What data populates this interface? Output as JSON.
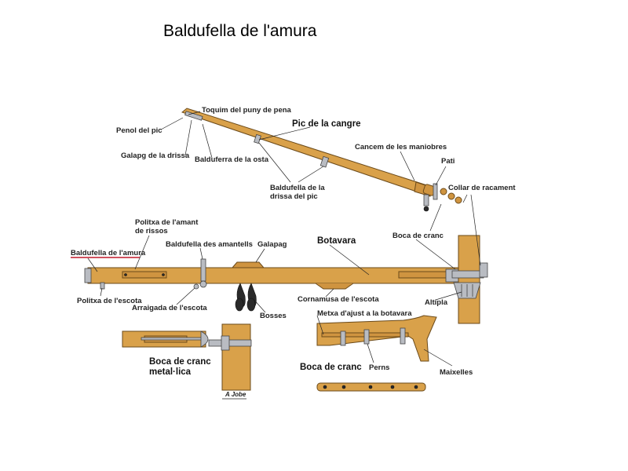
{
  "title": "Baldufella de l'amura",
  "labels": {
    "toquim": "Toquim del puny de pena",
    "penol": "Penol del pic",
    "pic": "Pic de la cangre",
    "galapg_drissa": "Galapg de la drissa",
    "balduferra_osta": "Balduferra de la osta",
    "cancem": "Cancem de les maniobres",
    "pati": "Pati",
    "collar": "Collar de racament",
    "baldufella_drissa_1": "Baldufella de la",
    "baldufella_drissa_2": "drissa del pic",
    "politxa_amant_1": "Politxa de l'amant",
    "politxa_amant_2": "de rissos",
    "baldufella_amura": "Baldufella de l'amura",
    "baldufella_amantells": "Baldufella des amantells",
    "galapag": "Galapag",
    "botavara": "Botavara",
    "boca_cranc_top": "Boca de cranc",
    "politxa_escota": "Politxa de l'escota",
    "arraigada": "Arraigada de l'escota",
    "bosses": "Bosses",
    "cornamusa": "Cornamusa de l'escota",
    "altipla": "Altipla",
    "metxa": "Metxa d'ajust a la botavara",
    "boca_metal_1": "Boca de cranc",
    "boca_metal_2": "metal·lica",
    "boca_cranc": "Boca de cranc",
    "perns": "Perns",
    "maixelles": "Maixelles",
    "signature": "A Jobe"
  },
  "colors": {
    "wood": "#d9a14a",
    "highlight": "#c0182a"
  }
}
